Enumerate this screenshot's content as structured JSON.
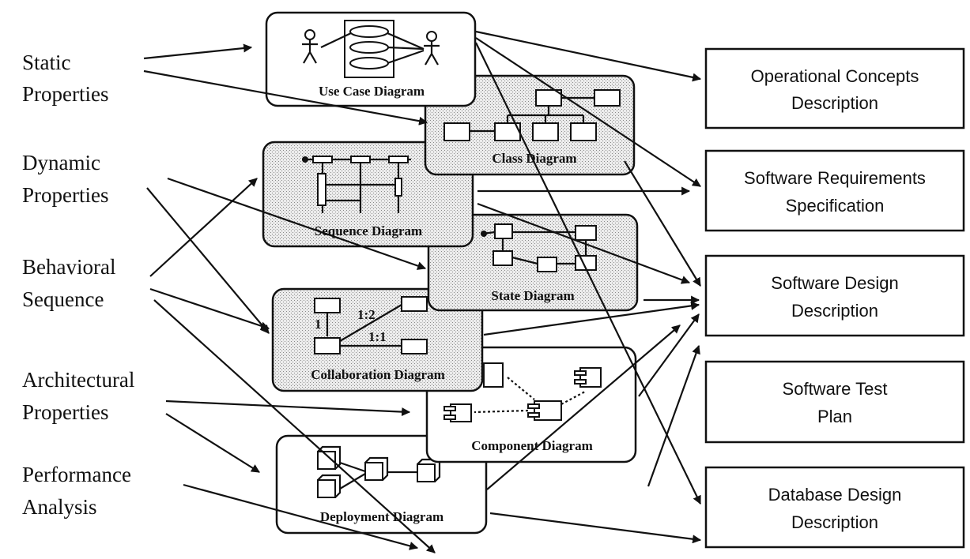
{
  "properties": [
    {
      "id": "static",
      "lines": [
        "Static",
        "Properties"
      ]
    },
    {
      "id": "dynamic",
      "lines": [
        "Dynamic",
        "Properties"
      ]
    },
    {
      "id": "behavioral",
      "lines": [
        "Behavioral",
        "Sequence"
      ]
    },
    {
      "id": "architectural",
      "lines": [
        "Architectural",
        "Properties"
      ]
    },
    {
      "id": "performance",
      "lines": [
        "Performance",
        "Analysis"
      ]
    }
  ],
  "diagrams": {
    "use_case": "Use Case Diagram",
    "class": "Class Diagram",
    "sequence": "Sequence Diagram",
    "state": "State Diagram",
    "collaboration": "Collaboration Diagram",
    "component": "Component Diagram",
    "deployment": "Deployment Diagram"
  },
  "collab_labels": {
    "a": "1:2",
    "b": "1",
    "c": "1:1"
  },
  "documents": [
    {
      "id": "ocd",
      "lines": [
        "Operational Concepts",
        "Description"
      ]
    },
    {
      "id": "srs",
      "lines": [
        "Software Requirements",
        "Specification"
      ]
    },
    {
      "id": "sdd",
      "lines": [
        "Software Design",
        "Description"
      ]
    },
    {
      "id": "stp",
      "lines": [
        "Software Test",
        "Plan"
      ]
    },
    {
      "id": "dbdd",
      "lines": [
        "Database Design",
        "Description"
      ]
    }
  ]
}
